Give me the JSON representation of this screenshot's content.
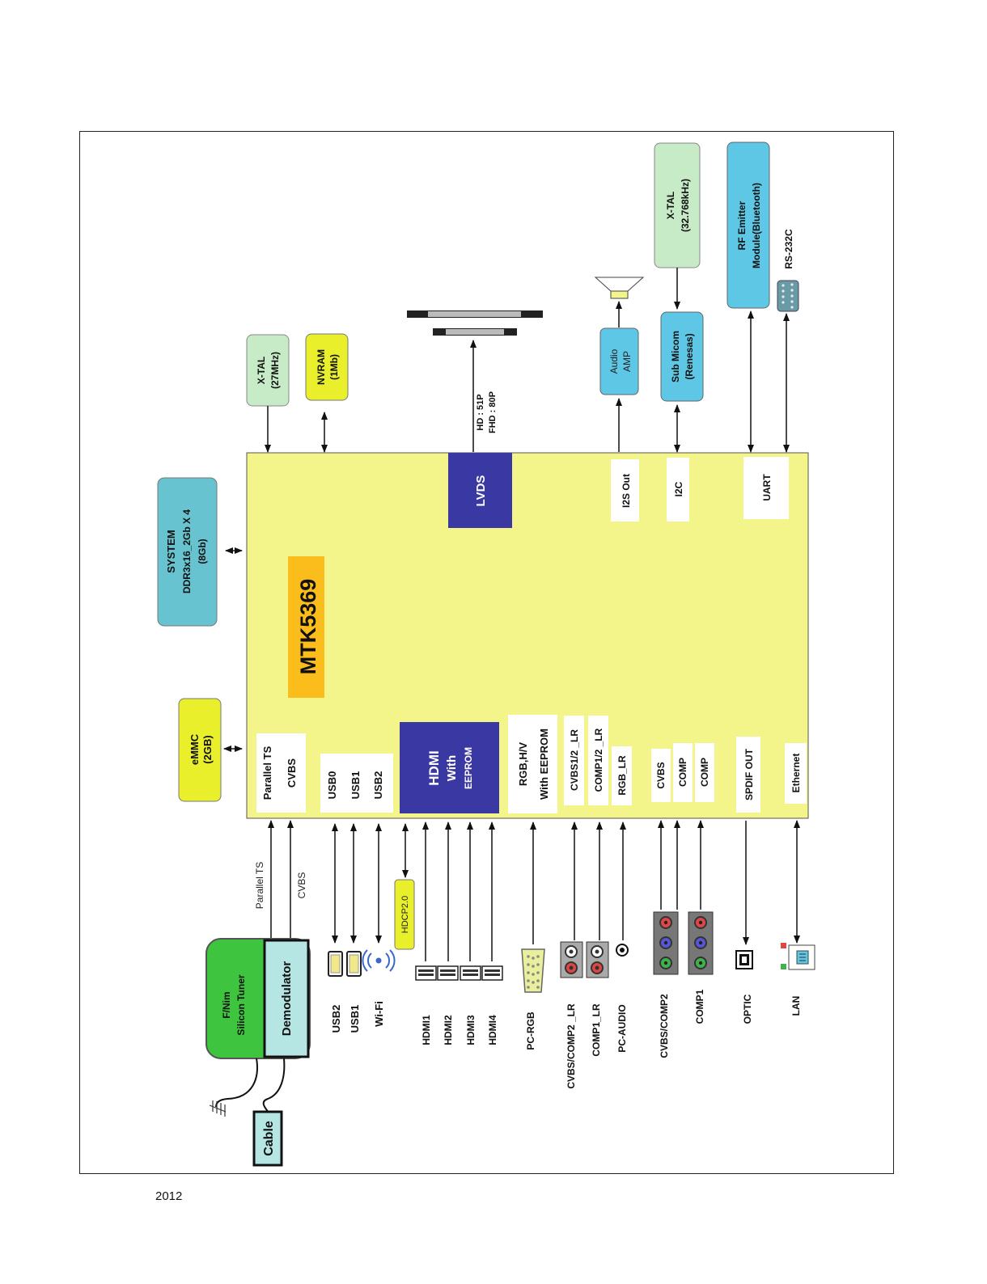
{
  "footer": {
    "year": "2012"
  },
  "diagram": {
    "soc": {
      "name": "MTK5369",
      "colors": {
        "body": "#f3f58b",
        "label": "#fbbd1c"
      }
    },
    "blocks": {
      "emmc": [
        "eMMC",
        "(2GB)"
      ],
      "system_memory": [
        "SYSTEM",
        "DDR3x16_2Gb X 4",
        "(8Gb)"
      ],
      "xtal_main": [
        "X-TAL",
        "(27MHz)"
      ],
      "nvram": [
        "NVRAM",
        "(1Mb)"
      ],
      "audio_amp": [
        "Audio",
        "AMP"
      ],
      "sub_micom": [
        "Sub Micom",
        "(Renesas)"
      ],
      "xtal_sub": [
        "X-TAL",
        "(32.768kHz)"
      ],
      "rf_emitter": [
        "RF Emitter",
        "Module(Bluetooth)"
      ],
      "rs232c": "RS-232C",
      "tuner": [
        "F/Nim",
        "Silicon Tuner"
      ],
      "demodulator": "Demodulator",
      "cable": "Cable",
      "hdcp": "HDCP2.0"
    },
    "internal_ports": {
      "ts": [
        "Parallel TS",
        "CVBS"
      ],
      "usb": [
        "USB0",
        "USB1",
        "USB2"
      ],
      "hdmi": [
        "HDMI",
        "With",
        "EEPROM"
      ],
      "rgb": [
        "RGB,H/V",
        "With EEPROM"
      ],
      "audio_lr": [
        "CVBS1/2 _LR",
        "COMP1/2 _LR",
        "RGB_LR"
      ],
      "video": [
        "CVBS",
        "COMP",
        "COMP"
      ],
      "spdif": "SPDIF OUT",
      "ethernet": "Ethernet",
      "lvds": "LVDS",
      "i2s": "I2S Out",
      "i2c": "I2C",
      "uart": "UART"
    },
    "lvds_note": [
      "HD : 51P",
      "FHD : 80P"
    ],
    "signals": {
      "parallel_ts": "Parallel TS",
      "cvbs": "CVBS"
    },
    "connectors": {
      "usb": [
        "USB2",
        "USB1",
        "Wi-Fi"
      ],
      "hdmi": [
        "HDMI1",
        "HDMI2",
        "HDMI3",
        "HDMI4"
      ],
      "pc_rgb": "PC-RGB",
      "audio": [
        "CVBS/COMP2 _LR",
        "COMP1_LR",
        "PC-AUDIO"
      ],
      "video": [
        "CVBS/COMP2",
        "COMP1"
      ],
      "optic": "OPTIC",
      "lan": "LAN"
    },
    "colors": {
      "light_green": "#c6ebc6",
      "light_blue": "#5ec7e5",
      "teal": "#67c3cf",
      "yellow": "#e9ef2b",
      "navy": "#3a38a2",
      "green": "#3ec43e",
      "demod": "#b6e6e3"
    }
  }
}
